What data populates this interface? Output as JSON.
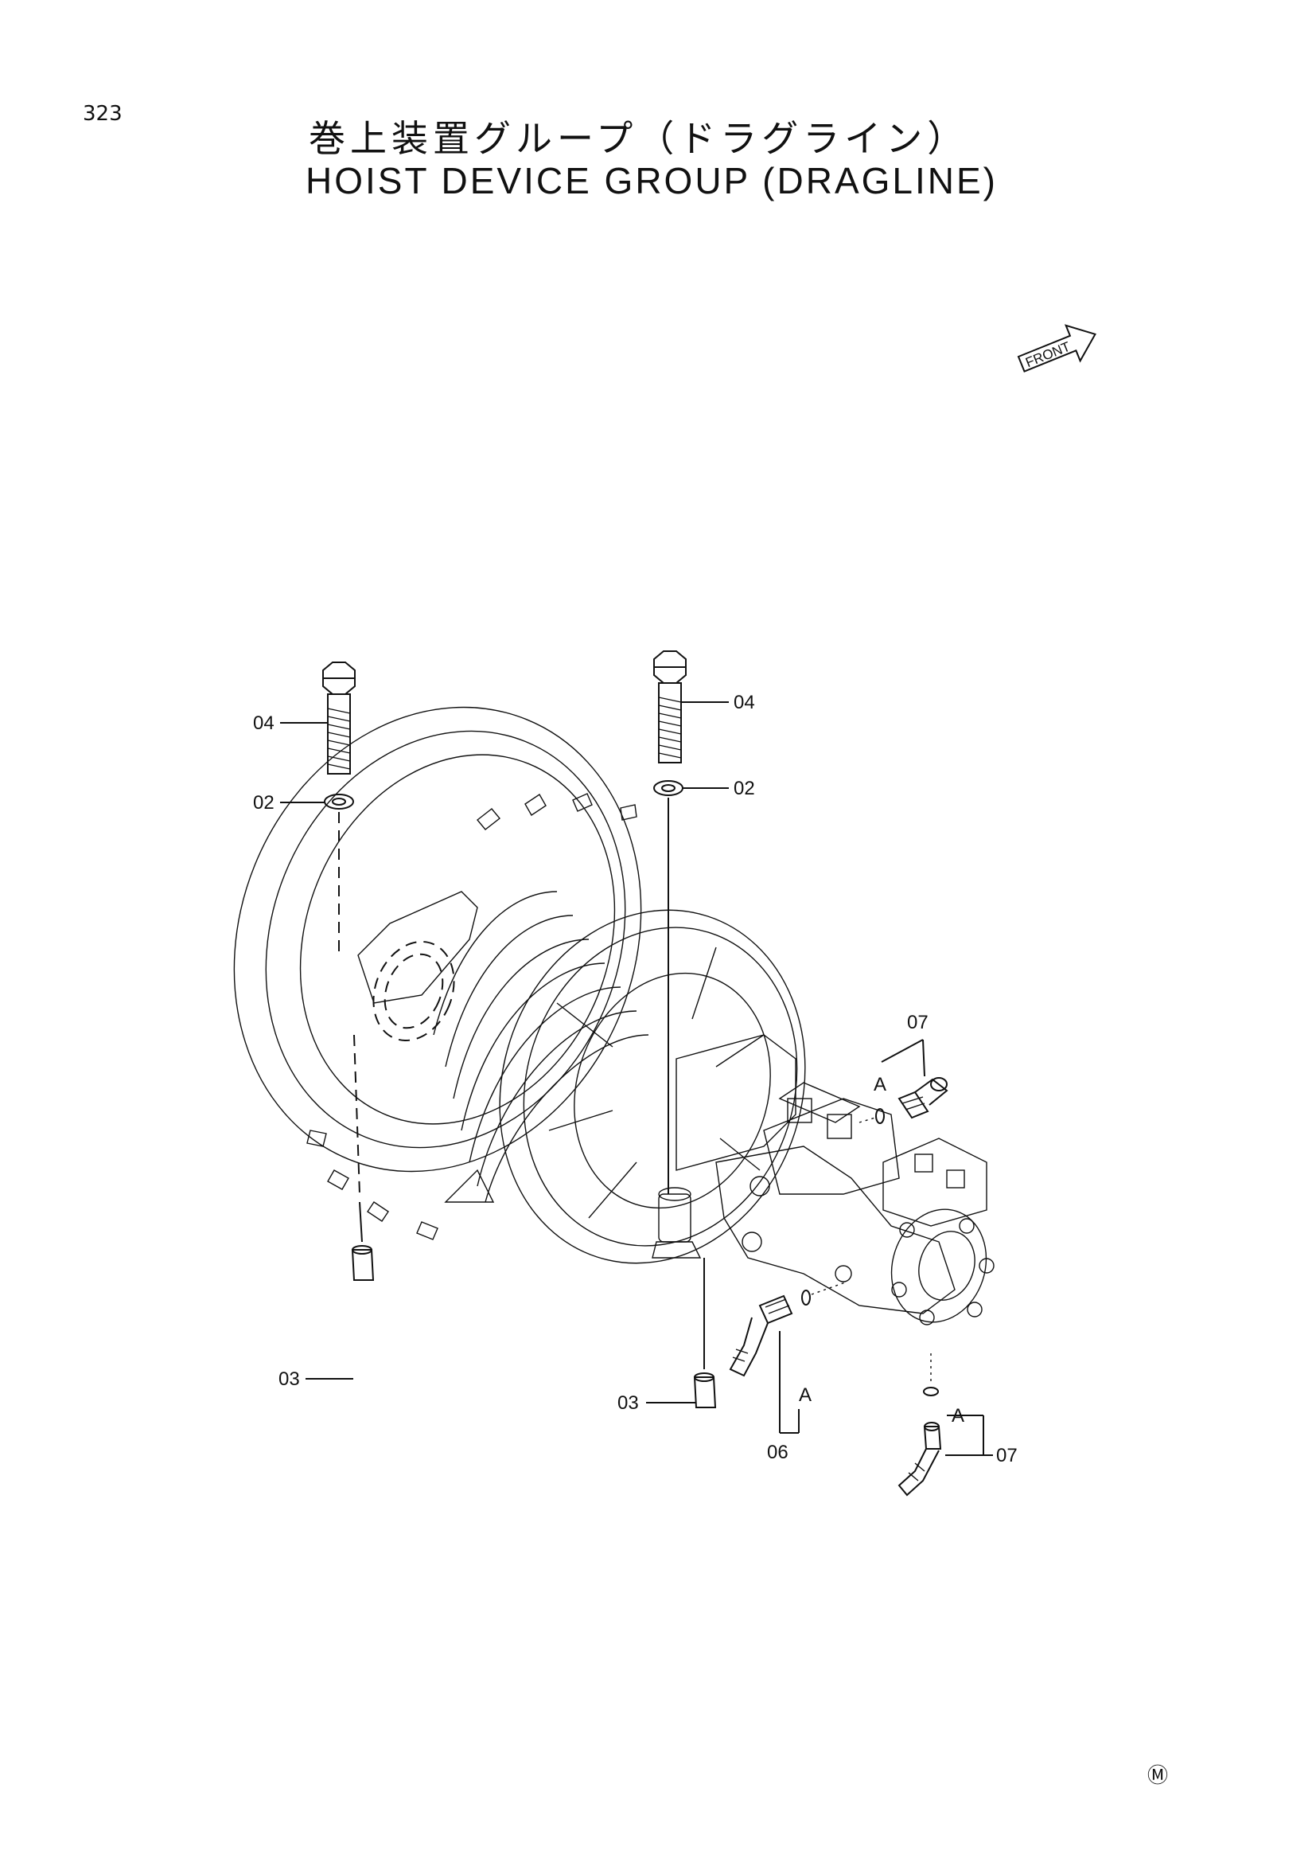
{
  "page_number": "323",
  "title_jp": "巻上装置グループ（ドラグライン）",
  "title_en": "HOIST DEVICE GROUP (DRAGLINE)",
  "front_label": "FRONT",
  "mark_m": "Ⓜ",
  "callouts": {
    "c04_left": "04",
    "c02_left": "02",
    "c03_left": "03",
    "c04_right": "04",
    "c02_right": "02",
    "c03_right": "03",
    "c07_top": "07",
    "a_top": "A",
    "a_mid": "A",
    "c06": "06",
    "a_bottom": "A",
    "c07_bottom": "07"
  }
}
